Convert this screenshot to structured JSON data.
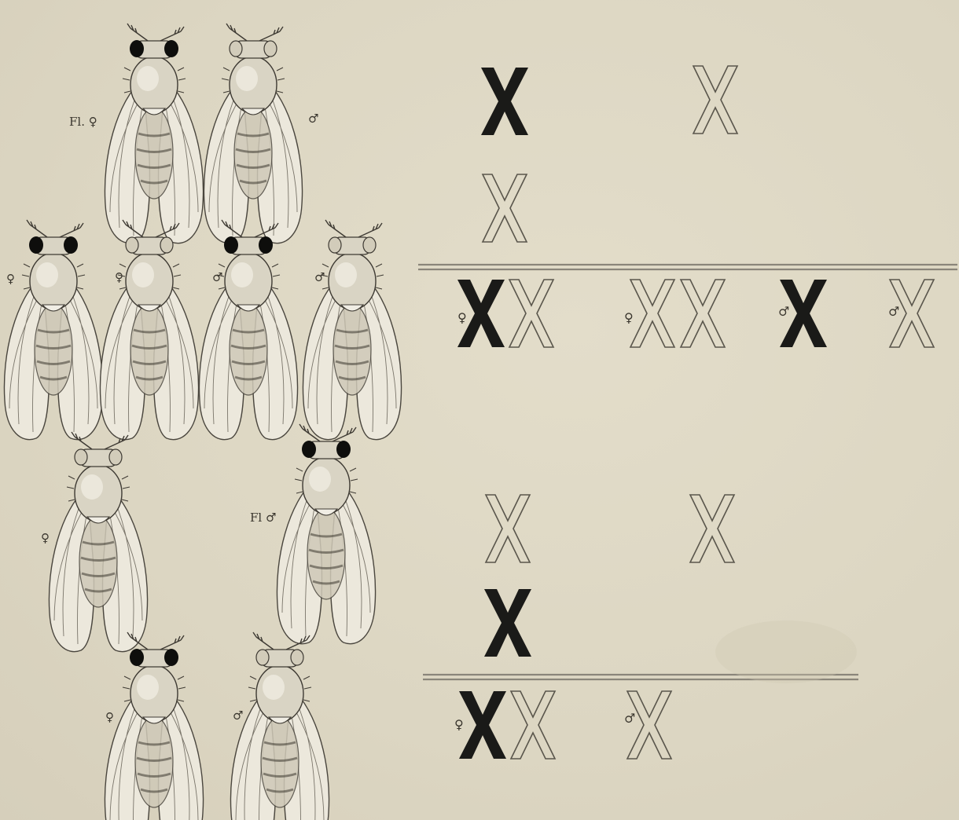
{
  "colors": {
    "paper": "#ddd7c4",
    "ink": "#1a1a18",
    "outline": "#5a564c",
    "rule": "#8a857a"
  },
  "flies": {
    "parents": [
      {
        "label": "Fl. ♀",
        "eye": "dark"
      },
      {
        "label": "♂",
        "eye": "light"
      }
    ],
    "f1": [
      {
        "label": "♀",
        "eye": "dark"
      },
      {
        "label": "♀",
        "eye": "light"
      },
      {
        "label": "♂",
        "eye": "dark"
      },
      {
        "label": "♂",
        "eye": "light"
      }
    ],
    "cross2_parents": [
      {
        "label": "♀",
        "eye": "light"
      },
      {
        "label": "Fl ♂",
        "eye": "dark"
      }
    ],
    "cross2_offspring": [
      {
        "label": "♀",
        "eye": "dark"
      },
      {
        "label": "♂",
        "eye": "light"
      }
    ]
  },
  "cross1": {
    "parents": [
      {
        "glyph": "X",
        "style": "solid"
      },
      {
        "glyph": "X",
        "style": "outline"
      },
      {
        "glyph": "X",
        "style": "outline"
      }
    ],
    "offspring": [
      {
        "sex": "♀",
        "chromosomes": [
          "solid",
          "outline"
        ]
      },
      {
        "sex": "♀",
        "chromosomes": [
          "outline",
          "outline"
        ]
      },
      {
        "sex": "♂",
        "chromosomes": [
          "solid"
        ]
      },
      {
        "sex": "♂",
        "chromosomes": [
          "outline"
        ]
      }
    ]
  },
  "cross2": {
    "parents": [
      {
        "glyph": "X",
        "style": "outline"
      },
      {
        "glyph": "X",
        "style": "outline"
      },
      {
        "glyph": "X",
        "style": "solid"
      }
    ],
    "offspring": [
      {
        "sex": "♀",
        "chromosomes": [
          "solid",
          "outline"
        ]
      },
      {
        "sex": "♂",
        "chromosomes": [
          "outline"
        ]
      }
    ]
  }
}
